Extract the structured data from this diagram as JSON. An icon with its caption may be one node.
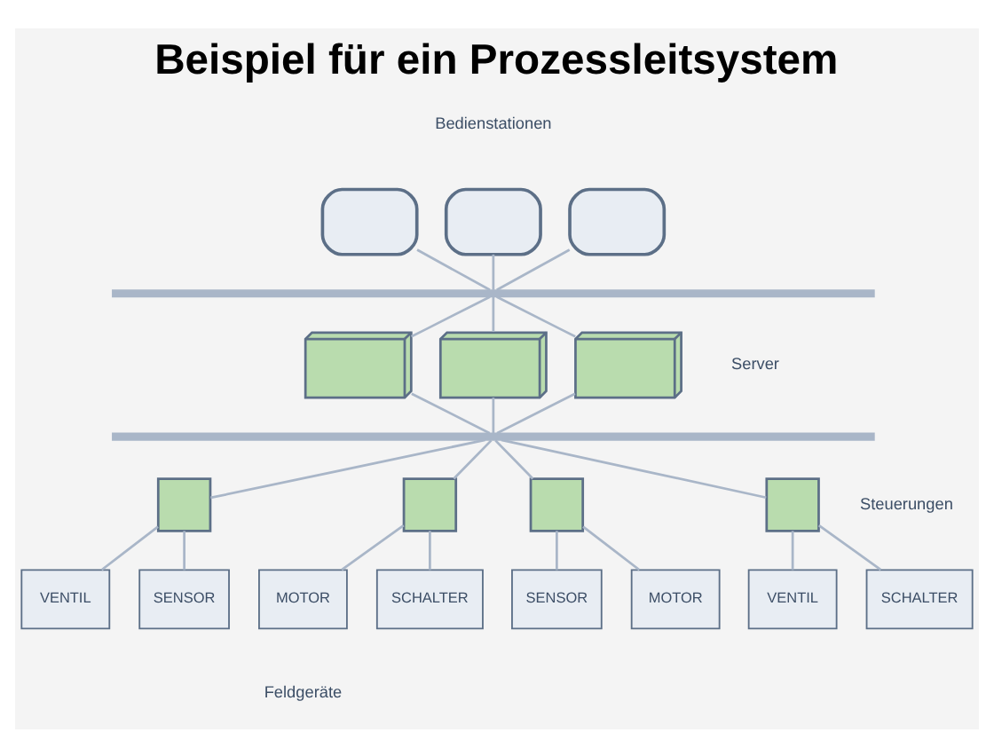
{
  "diagram": {
    "title": "Beispiel für ein Prozessleitsystem",
    "nodes": [
      {
        "text": [],
        "shape": "monitor"
      },
      {
        "text": [],
        "shape": "monitor"
      },
      {
        "text": [],
        "shape": "monitor"
      },
      {
        "text": [],
        "shape": "bar"
      },
      {
        "text": [],
        "shape": "server"
      },
      {
        "text": [],
        "shape": "server"
      },
      {
        "text": [],
        "shape": "server"
      },
      {
        "text": [],
        "shape": "bar"
      },
      {
        "text": [],
        "shape": "controller"
      },
      {
        "text": [],
        "shape": "controller"
      },
      {
        "text": [],
        "shape": "controller"
      },
      {
        "text": [],
        "shape": "controller"
      },
      {
        "text": [
          "VENTIL"
        ]
      },
      {
        "text": [
          "SENSOR"
        ]
      },
      {
        "text": [
          "MOTOR"
        ]
      },
      {
        "text": [
          "SCHALTER"
        ]
      },
      {
        "text": [
          "SENSOR"
        ]
      },
      {
        "text": [
          "MOTOR"
        ]
      },
      {
        "text": [
          "VENTIL"
        ]
      },
      {
        "text": [
          "SCHALTER"
        ]
      }
    ],
    "edges": [
      {
        "from": 0,
        "to": 3,
        "arrow": "none"
      },
      {
        "from": 1,
        "to": 3,
        "arrow": "none"
      },
      {
        "from": 2,
        "to": 3,
        "arrow": "none"
      },
      {
        "from": 3,
        "to": 4,
        "arrow": "none"
      },
      {
        "from": 3,
        "to": 5,
        "arrow": "none"
      },
      {
        "from": 3,
        "to": 6,
        "arrow": "none"
      },
      {
        "from": 4,
        "to": 7,
        "arrow": "none"
      },
      {
        "from": 5,
        "to": 7,
        "arrow": "none"
      },
      {
        "from": 6,
        "to": 7,
        "arrow": "none"
      },
      {
        "from": 7,
        "to": 8,
        "arrow": "none"
      },
      {
        "from": 7,
        "to": 9,
        "arrow": "none"
      },
      {
        "from": 7,
        "to": 10,
        "arrow": "none"
      },
      {
        "from": 7,
        "to": 11,
        "arrow": "none"
      },
      {
        "from": 8,
        "to": 12,
        "arrow": "none"
      },
      {
        "from": 8,
        "to": 13,
        "arrow": "none"
      },
      {
        "from": 9,
        "to": 14,
        "arrow": "none"
      },
      {
        "from": 9,
        "to": 15,
        "arrow": "none"
      },
      {
        "from": 10,
        "to": 16,
        "arrow": "none"
      },
      {
        "from": 10,
        "to": 17,
        "arrow": "none"
      },
      {
        "from": 11,
        "to": 18,
        "arrow": "none"
      },
      {
        "from": 11,
        "to": 19,
        "arrow": "none"
      }
    ],
    "labels": [
      "Bedienstationen",
      "Server",
      "Steuerungen",
      "Feldgeräte"
    ]
  }
}
